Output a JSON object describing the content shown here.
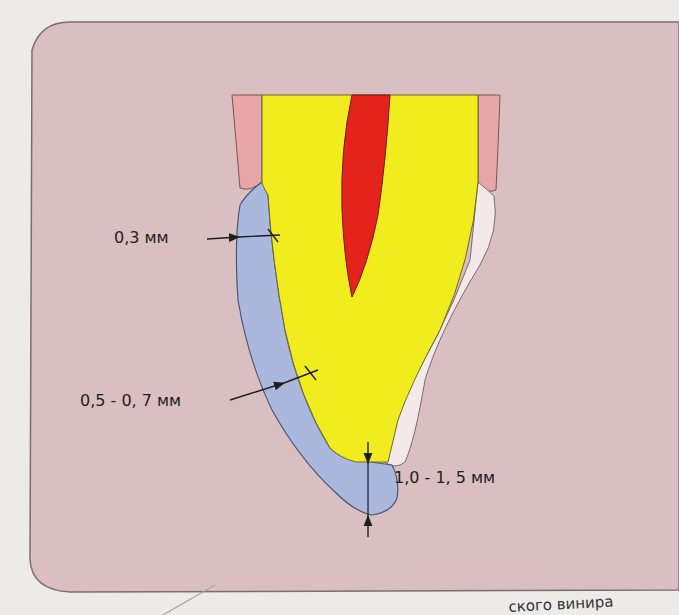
{
  "diagram": {
    "labels": [
      "0,3 мм",
      "0,5 - 0, 7 мм",
      "1,0 - 1, 5 мм",
      "ского винира"
    ]
  }
}
